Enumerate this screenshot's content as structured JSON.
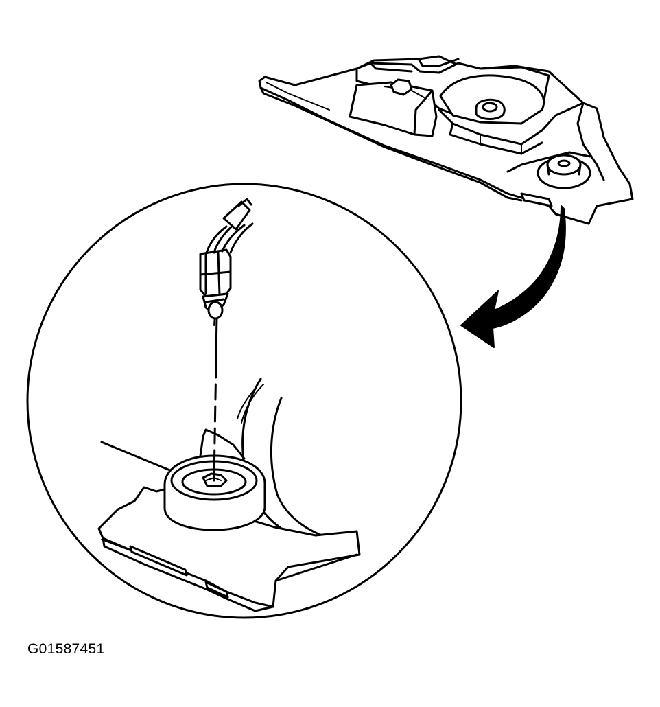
{
  "figure": {
    "id_label": "G01587451"
  },
  "colors": {
    "ink": "#000000",
    "paper": "#ffffff"
  },
  "parts": {
    "assembly": "bracket-panel",
    "detail": "sensor-connector-and-mount"
  }
}
